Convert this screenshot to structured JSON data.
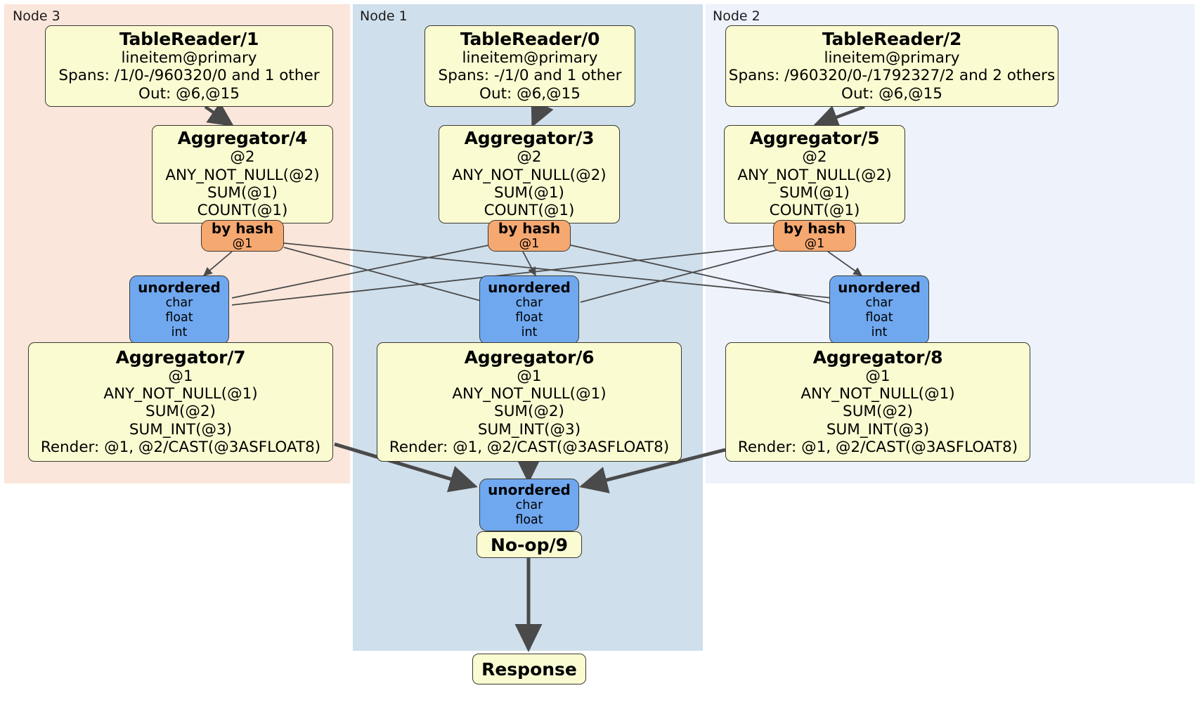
{
  "diagram": {
    "type": "distributed-query-plan",
    "colors": {
      "node3_bg": "#fbe6db",
      "node1_bg": "#cfdfec",
      "node2_bg": "#eef2fb",
      "processor_bg": "#fbfbd2",
      "hash_router_bg": "#f6a871",
      "unordered_router_bg": "#6fa8ef",
      "edge": "#4a4a4a",
      "border": "#3a3a32"
    }
  },
  "nodes": [
    {
      "id": "node3",
      "label": "Node 3"
    },
    {
      "id": "node1",
      "label": "Node 1"
    },
    {
      "id": "node2",
      "label": "Node 2"
    }
  ],
  "processors": {
    "table_reader_1": {
      "title": "TableReader/1",
      "lines": [
        "lineitem@primary",
        "Spans: /1/0-/960320/0 and 1 other",
        "Out: @6,@15"
      ]
    },
    "table_reader_0": {
      "title": "TableReader/0",
      "lines": [
        "lineitem@primary",
        "Spans: -/1/0 and 1 other",
        "Out: @6,@15"
      ]
    },
    "table_reader_2": {
      "title": "TableReader/2",
      "lines": [
        "lineitem@primary",
        "Spans: /960320/0-/1792327/2 and 2 others",
        "Out: @6,@15"
      ]
    },
    "aggregator_4": {
      "title": "Aggregator/4",
      "lines": [
        "@2",
        "ANY_NOT_NULL(@2)",
        "SUM(@1)",
        "COUNT(@1)"
      ]
    },
    "aggregator_3": {
      "title": "Aggregator/3",
      "lines": [
        "@2",
        "ANY_NOT_NULL(@2)",
        "SUM(@1)",
        "COUNT(@1)"
      ]
    },
    "aggregator_5": {
      "title": "Aggregator/5",
      "lines": [
        "@2",
        "ANY_NOT_NULL(@2)",
        "SUM(@1)",
        "COUNT(@1)"
      ]
    },
    "aggregator_7": {
      "title": "Aggregator/7",
      "lines": [
        "@1",
        "ANY_NOT_NULL(@1)",
        "SUM(@2)",
        "SUM_INT(@3)",
        "Render: @1, @2/CAST(@3ASFLOAT8)"
      ]
    },
    "aggregator_6": {
      "title": "Aggregator/6",
      "lines": [
        "@1",
        "ANY_NOT_NULL(@1)",
        "SUM(@2)",
        "SUM_INT(@3)",
        "Render: @1, @2/CAST(@3ASFLOAT8)"
      ]
    },
    "aggregator_8": {
      "title": "Aggregator/8",
      "lines": [
        "@1",
        "ANY_NOT_NULL(@1)",
        "SUM(@2)",
        "SUM_INT(@3)",
        "Render: @1, @2/CAST(@3ASFLOAT8)"
      ]
    },
    "noop_9": {
      "title": "No-op/9"
    },
    "response": {
      "title": "Response"
    }
  },
  "routers": {
    "hash_4": {
      "title": "by hash",
      "lines": [
        "@1"
      ]
    },
    "hash_3": {
      "title": "by hash",
      "lines": [
        "@1"
      ]
    },
    "hash_5": {
      "title": "by hash",
      "lines": [
        "@1"
      ]
    },
    "unordered_7": {
      "title": "unordered",
      "lines": [
        "char",
        "float",
        "int"
      ]
    },
    "unordered_6": {
      "title": "unordered",
      "lines": [
        "char",
        "float",
        "int"
      ]
    },
    "unordered_8": {
      "title": "unordered",
      "lines": [
        "char",
        "float",
        "int"
      ]
    },
    "unordered_final": {
      "title": "unordered",
      "lines": [
        "char",
        "float"
      ]
    }
  }
}
